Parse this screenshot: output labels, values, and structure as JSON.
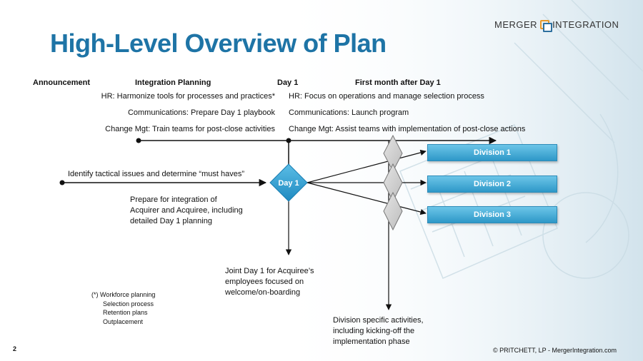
{
  "slide": {
    "title": "High-Level Overview of Plan",
    "page_number": "2",
    "footer": "© PRITCHETT, LP -  MergerIntegration.com"
  },
  "logo": {
    "left": "MERGER",
    "right": "INTEGRATION"
  },
  "timeline": {
    "announcement": "Announcement",
    "integration_planning": "Integration Planning",
    "day1": "Day 1",
    "first_month": "First month after Day 1"
  },
  "planning_items": [
    "HR: Harmonize tools for processes and practices*",
    "Communications:  Prepare Day 1 playbook",
    "Change Mgt: Train teams for post-close activities"
  ],
  "post_day1_items": [
    "HR: Focus on operations and manage selection process",
    "Communications: Launch program",
    "Change Mgt: Assist teams with implementation of post-close actions"
  ],
  "tactical_label": "Identify tactical issues and determine “must haves”",
  "prepare_text": [
    "Prepare for integration of",
    "Acquirer and Acquiree, including",
    "detailed Day 1 planning"
  ],
  "day1_diamond": "Day 1",
  "divisions": [
    "Division 1",
    "Division 2",
    "Division 3"
  ],
  "joint_day1_text": [
    "Joint Day 1 for Acquiree’s",
    "employees focused on",
    "welcome/on-boarding"
  ],
  "division_activities_text": [
    "Division specific activities,",
    "including kicking-off the",
    "implementation phase"
  ],
  "footnote": {
    "title": "(*) Workforce planning",
    "items": [
      "Selection process",
      "Retention plans",
      "Outplacement"
    ]
  }
}
